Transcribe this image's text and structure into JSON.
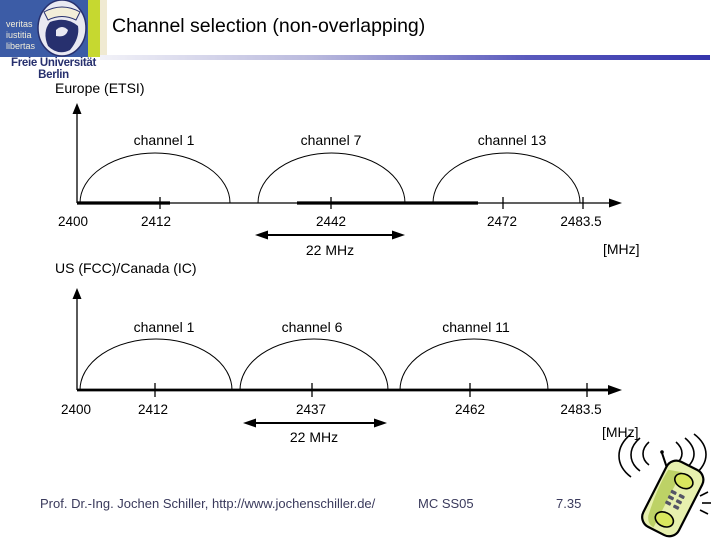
{
  "slide": {
    "title": "Channel selection (non-overlapping)"
  },
  "logo": {
    "motto": [
      "veritas",
      "iustitia",
      "libertas"
    ],
    "university": "Freie Universität Berlin"
  },
  "europe": {
    "heading": "Europe (ETSI)",
    "channel_labels": [
      "channel 1",
      "channel 7",
      "channel 13"
    ],
    "tick_labels": [
      "2400",
      "2412",
      "2442",
      "2472",
      "2483.5"
    ],
    "bandwidth_label": "22 MHz",
    "unit_label": "[MHz]"
  },
  "us": {
    "heading": "US (FCC)/Canada (IC)",
    "channel_labels": [
      "channel 1",
      "channel 6",
      "channel 11"
    ],
    "tick_labels": [
      "2400",
      "2412",
      "2437",
      "2462",
      "2483.5"
    ],
    "bandwidth_label": "22 MHz",
    "unit_label": "[MHz]"
  },
  "footer": {
    "author": "Prof. Dr.-Ing. Jochen Schiller, http://www.jochenschiller.de/",
    "course": "MC SS05",
    "slide_number": "7.35"
  },
  "colors": {
    "logo_blue": "#3c5ca6",
    "logo_lime": "#c6d830",
    "accent_gradient_end": "#3535ac",
    "footer_text": "#3a3a5c",
    "phone_green": "#dce98a"
  }
}
